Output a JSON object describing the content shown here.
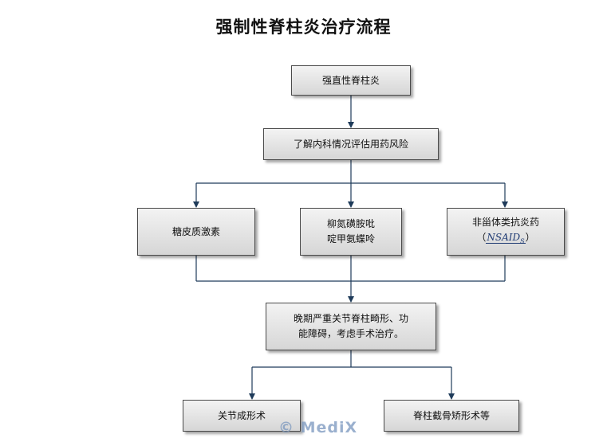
{
  "title": "强制性脊柱炎治疗流程",
  "nodes": {
    "root": "强直性脊柱炎",
    "assess": "了解内科情况评估用药风险",
    "glucocorticoid": "糖皮质激素",
    "sulfasalazine_line1": "柳氮磺胺吡",
    "sulfasalazine_line2": "啶甲氨蝶呤",
    "nsaid_line1": "非甾体类抗炎药",
    "nsaid_open": "（",
    "nsaid_abbr": "NSAID",
    "nsaid_sub": "S",
    "nsaid_close": "）",
    "surgery_line1": "晚期严重关节脊柱畸形、功",
    "surgery_line2": "能障碍，考虑手术治疗。",
    "arthroplasty": "关节成形术",
    "osteotomy": "脊柱截骨矫形术等"
  },
  "watermark": "© MediX",
  "colors": {
    "arrow": "#1f3b5a",
    "box_border": "#4a4a4a"
  }
}
